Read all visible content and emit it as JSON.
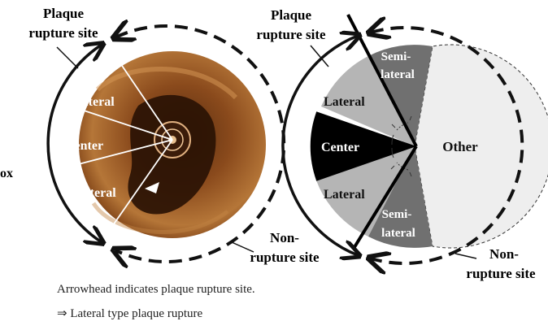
{
  "left_panel": {
    "edge_label": "ox",
    "plaque_rupture_label_line1": "Plaque",
    "plaque_rupture_label_line2": "rupture site",
    "lateral_upper": "Lateral",
    "center": "Center",
    "lateral_lower": "Lateral",
    "non_rupture_line1": "Non-",
    "non_rupture_line2": "rupture site"
  },
  "right_panel": {
    "plaque_rupture_label_line1": "Plaque",
    "plaque_rupture_label_line2": "rupture site",
    "semilateral_upper_line1": "Semi-",
    "semilateral_upper_line2": "lateral",
    "lateral_upper": "Lateral",
    "center": "Center",
    "other": "Other",
    "lateral_lower": "Lateral",
    "semilateral_lower_line1": "Semi-",
    "semilateral_lower_line2": "lateral",
    "non_rupture_line1": "Non-",
    "non_rupture_line2": "rupture site"
  },
  "caption": {
    "line1": "Arrowhead indicates plaque rupture site.",
    "line2": "⇒ Lateral type plaque rupture"
  },
  "colors": {
    "oct_dark": "#3a1c08",
    "oct_mid": "#8a4a1c",
    "oct_light": "#c98a4a",
    "center_sector": "#000000",
    "lateral_sector": "#b5b5b5",
    "semilateral_sector": "#707070",
    "other_sector": "#eeeeee"
  }
}
